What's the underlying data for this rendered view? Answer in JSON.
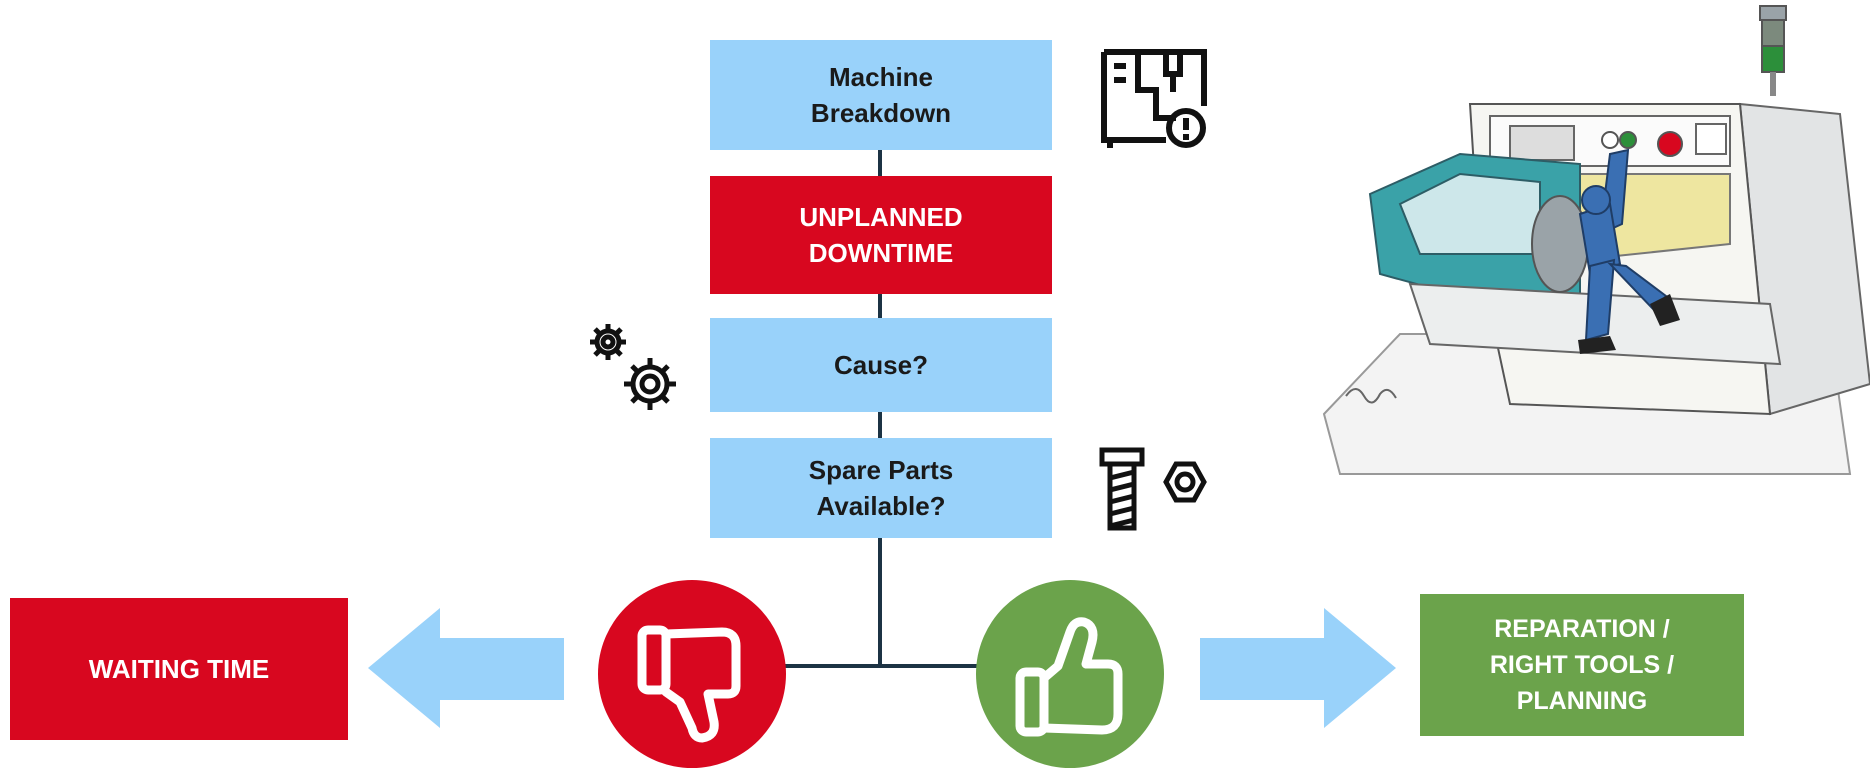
{
  "flow": {
    "machine_breakdown": "Machine\nBreakdown",
    "unplanned_downtime": "UNPLANNED\nDOWNTIME",
    "cause": "Cause?",
    "spare_parts": "Spare Parts\nAvailable?"
  },
  "outcomes": {
    "negative": "WAITING TIME",
    "positive": "REPARATION /\nRIGHT TOOLS /\nPLANNING"
  },
  "colors": {
    "light_blue": "#99d2fa",
    "red": "#d8071f",
    "green": "#6ba34b",
    "line": "#1c3344"
  },
  "icons": [
    "machine-alert-icon",
    "gears-icon",
    "bolt-nut-icon",
    "thumbs-down-icon",
    "thumbs-up-icon",
    "machine-illustration"
  ]
}
